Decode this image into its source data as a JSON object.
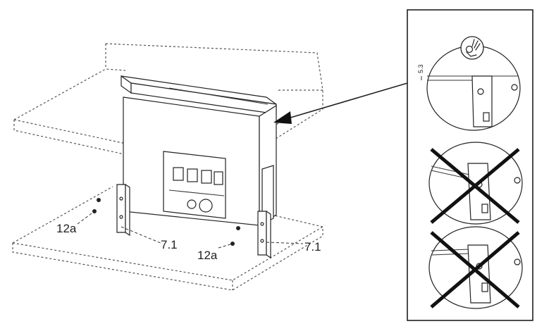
{
  "labels": {
    "screw_left": "12a",
    "bracket_left": "7.1",
    "screw_right": "12a",
    "bracket_right": "7.1",
    "gap_dimension": "5.3"
  },
  "detail_panel": {
    "icons": [
      "ok-hand-icon",
      "cross-icon",
      "cross-icon"
    ],
    "cross_color": "#111111"
  }
}
